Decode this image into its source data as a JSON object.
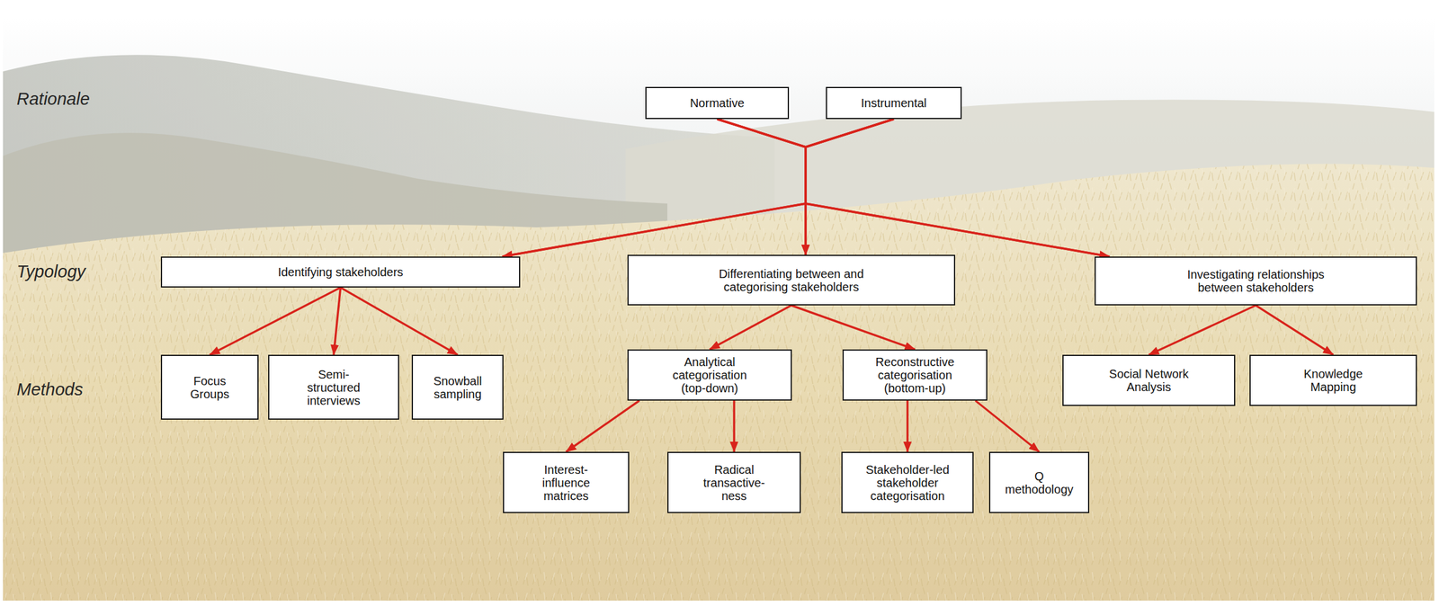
{
  "diagram": {
    "nodes": [
      {
        "text": [
          "Normative"
        ]
      },
      {
        "text": [
          "Instrumental"
        ]
      },
      {
        "text": [
          "Identifying stakeholders"
        ]
      },
      {
        "text": [
          "Differentiating between and categorising stakeholders"
        ]
      },
      {
        "text": [
          "Investigating relationships between stakeholders"
        ]
      },
      {
        "text": [
          "Focus Groups"
        ]
      },
      {
        "text": [
          "Semi-structured interviews"
        ]
      },
      {
        "text": [
          "Snowball sampling"
        ]
      },
      {
        "text": [
          "Analytical categorisation (top-down)"
        ]
      },
      {
        "text": [
          "Reconstructive categorisation (bottom-up)"
        ]
      },
      {
        "text": [
          "Social Network Analysis"
        ]
      },
      {
        "text": [
          "Knowledge Mapping"
        ]
      },
      {
        "text": [
          "Interest-influence matrices"
        ]
      },
      {
        "text": [
          "Radical transactive-ness"
        ]
      },
      {
        "text": [
          "Stakeholder-led stakeholder categorisation"
        ]
      },
      {
        "text": [
          "Q methodology"
        ]
      }
    ],
    "edges": [
      {
        "from": 0,
        "to": 2,
        "arrow": "to"
      },
      {
        "from": 0,
        "to": 3,
        "arrow": "to"
      },
      {
        "from": 0,
        "to": 4,
        "arrow": "to"
      },
      {
        "from": 1,
        "to": 2,
        "arrow": "to"
      },
      {
        "from": 1,
        "to": 3,
        "arrow": "to"
      },
      {
        "from": 1,
        "to": 4,
        "arrow": "to"
      },
      {
        "from": 2,
        "to": 5,
        "arrow": "to"
      },
      {
        "from": 2,
        "to": 6,
        "arrow": "to"
      },
      {
        "from": 2,
        "to": 7,
        "arrow": "to"
      },
      {
        "from": 3,
        "to": 8,
        "arrow": "to"
      },
      {
        "from": 3,
        "to": 9,
        "arrow": "to"
      },
      {
        "from": 4,
        "to": 10,
        "arrow": "to"
      },
      {
        "from": 4,
        "to": 11,
        "arrow": "to"
      },
      {
        "from": 8,
        "to": 12,
        "arrow": "to"
      },
      {
        "from": 8,
        "to": 13,
        "arrow": "to"
      },
      {
        "from": 9,
        "to": 14,
        "arrow": "to"
      },
      {
        "from": 9,
        "to": 15,
        "arrow": "to"
      }
    ],
    "labels": [
      "Rationale",
      "Typology",
      "Methods"
    ]
  }
}
